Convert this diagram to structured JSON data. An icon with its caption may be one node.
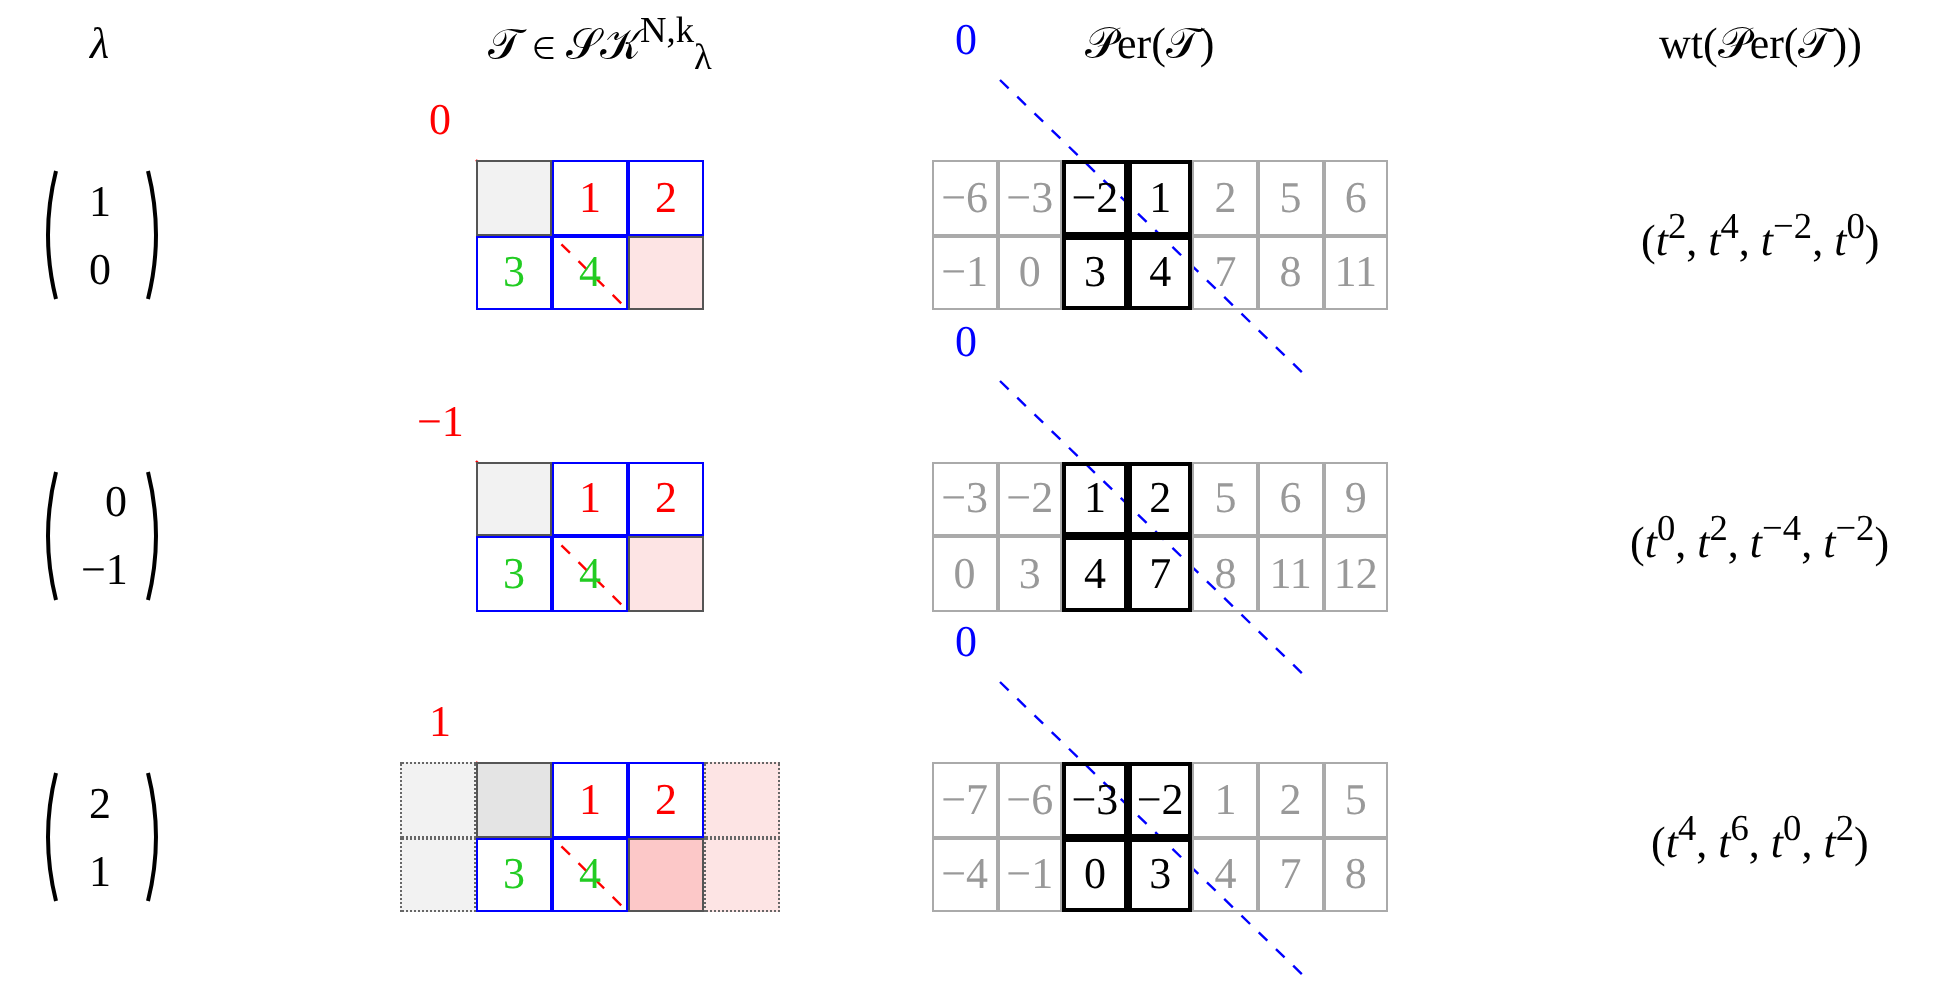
{
  "diagram": {
    "labels": [
      "λ",
      "𝒯 ∈ 𝒮𝒦$^{N,k}$$_{λ}$",
      "𝒫er(𝒯)",
      "wt(𝒫er(𝒯))",
      "1",
      "0",
      "0",
      "1",
      "2",
      "3",
      "4",
      "0",
      "−6",
      "−3",
      "−2",
      "1",
      "2",
      "5",
      "6",
      "−1",
      "0",
      "3",
      "4",
      "7",
      "8",
      "11",
      "(*t*$^{2}$, *t*$^{4}$, *t*$^{−2}$, *t*$^{0}$)",
      "0",
      "−1",
      "−1",
      "1",
      "2",
      "3",
      "4",
      "0",
      "−3",
      "−2",
      "1",
      "2",
      "5",
      "6",
      "9",
      "0",
      "3",
      "4",
      "7",
      "8",
      "11",
      "12",
      "(*t*$^{0}$, *t*$^{2}$, *t*$^{−4}$, *t*$^{−2}$)",
      "2",
      "1",
      "1",
      "1",
      "2",
      "3",
      "4",
      "0",
      "−7",
      "−6",
      "−3",
      "−2",
      "1",
      "2",
      "5",
      "−4",
      "−1",
      "0",
      "3",
      "4",
      "7",
      "8",
      "(*t*$^{4}$, *t*$^{6}$, *t*$^{0}$, *t*$^{2}$)"
    ]
  }
}
